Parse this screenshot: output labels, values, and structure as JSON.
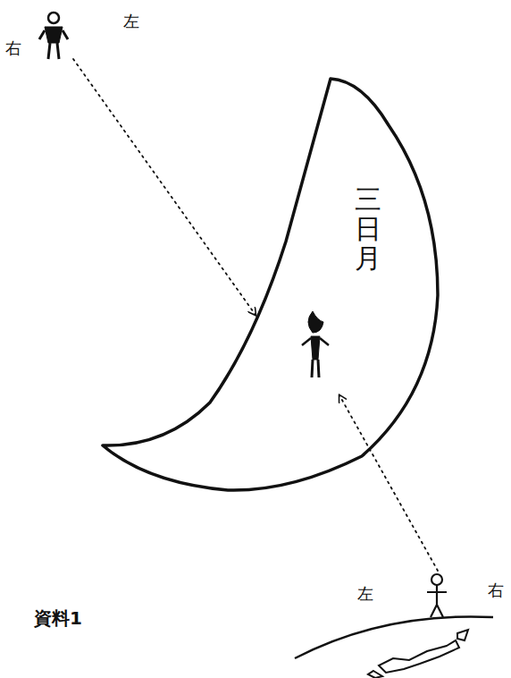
{
  "diagram": {
    "nodes": [
      {
        "text": [
          "三日月"
        ]
      }
    ],
    "labels": [
      "右",
      "左",
      "左",
      "右",
      "資料1"
    ]
  }
}
